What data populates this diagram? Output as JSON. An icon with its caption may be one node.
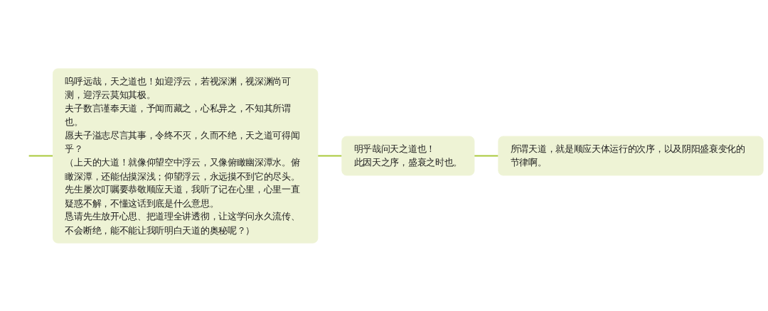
{
  "diagram": {
    "nodes": [
      {
        "text": [
          "呜呼远哉，天之道也！如迎浮云，若视深渊，视深渊尚可测，迎浮云莫知其极。",
          "夫子数言谨奉天道，予闻而藏之，心私异之，不知其所谓也。",
          "愿夫子溢志尽言其事，令终不灭，久而不绝，天之道可得闻乎？",
          "（上天的大道！就像仰望空中浮云，又像俯瞰幽深潭水。俯瞰深潭，还能估摸深浅；仰望浮云，永远摸不到它的尽头。",
          "先生屡次叮嘱要恭敬顺应天道，我听了记在心里，心里一直疑惑不解，不懂这话到底是什么意思。",
          "恳请先生放开心思、把道理全讲透彻，让这学问永久流传、不会断绝，能不能让我听明白天道的奥秘呢？）"
        ]
      },
      {
        "text": [
          "明乎哉问天之道也！",
          "此因天之序，盛衰之时也。"
        ]
      },
      {
        "text": [
          "所谓天道，就是顺应天体运行的次序，以及阴阳盛衰变化的节律啊。"
        ]
      }
    ],
    "edges": [
      {
        "from": null,
        "to": 0,
        "arrow": "none"
      },
      {
        "from": 0,
        "to": 1,
        "arrow": "none"
      },
      {
        "from": 1,
        "to": 2,
        "arrow": "none"
      }
    ]
  }
}
